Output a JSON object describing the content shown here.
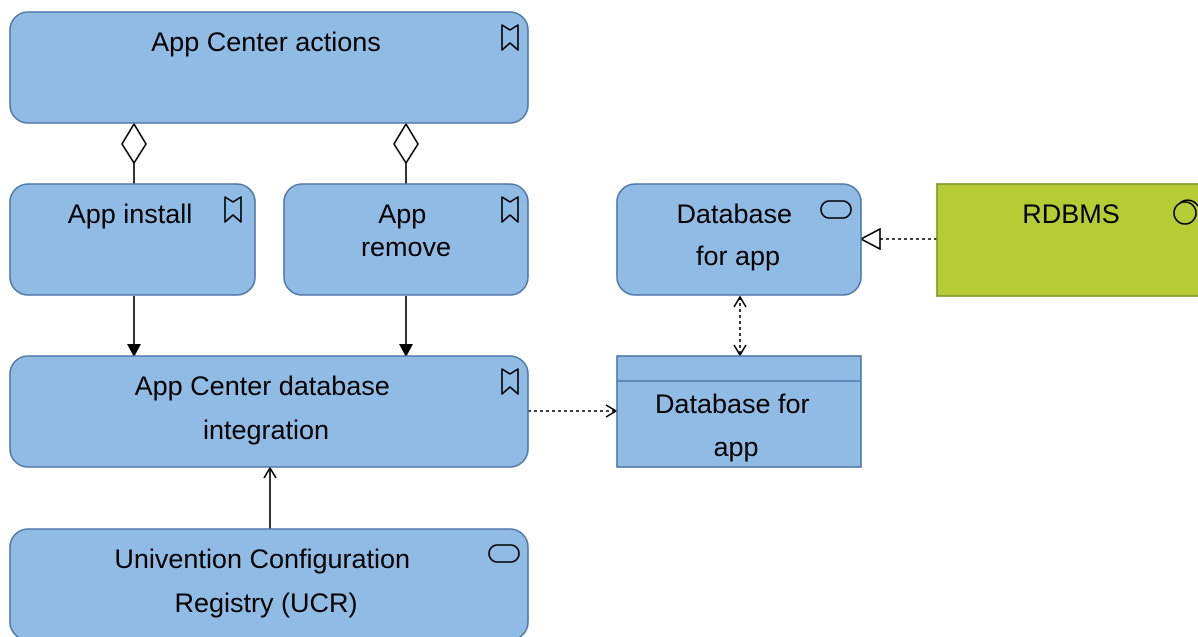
{
  "colors": {
    "application_fill": "#8fbbe5",
    "application_stroke": "#5079a8",
    "technology_fill": "#b6cc35",
    "technology_stroke": "#7e9422",
    "connector": "#000000"
  },
  "nodes": {
    "app_center_actions": {
      "label": [
        "App Center actions"
      ],
      "icon": "application-function-icon"
    },
    "app_install": {
      "label": [
        "App install"
      ],
      "icon": "application-function-icon"
    },
    "app_remove": {
      "label": [
        "App",
        "remove"
      ],
      "icon": "application-function-icon"
    },
    "app_center_db_integration": {
      "label": [
        "App Center database",
        "integration"
      ],
      "icon": "application-function-icon"
    },
    "ucr": {
      "label": [
        "Univention Configuration",
        "Registry (UCR)"
      ],
      "icon": "application-service-icon"
    },
    "database_service": {
      "label": [
        "Database",
        "for app"
      ],
      "icon": "application-service-icon"
    },
    "database_data_object": {
      "label": [
        "Database for",
        "app"
      ],
      "icon": "data-object"
    },
    "rdbms": {
      "label": [
        "RDBMS"
      ],
      "icon": "system-software-icon"
    }
  },
  "edges": [
    {
      "from": "app_install",
      "to": "app_center_actions",
      "type": "aggregation"
    },
    {
      "from": "app_remove",
      "to": "app_center_actions",
      "type": "aggregation"
    },
    {
      "from": "app_install",
      "to": "app_center_db_integration",
      "type": "triggering"
    },
    {
      "from": "app_remove",
      "to": "app_center_db_integration",
      "type": "triggering"
    },
    {
      "from": "ucr",
      "to": "app_center_db_integration",
      "type": "serving"
    },
    {
      "from": "app_center_db_integration",
      "to": "database_data_object",
      "type": "access"
    },
    {
      "from": "database_service",
      "to": "database_data_object",
      "type": "access-bidirectional"
    },
    {
      "from": "rdbms",
      "to": "database_service",
      "type": "realization"
    }
  ]
}
